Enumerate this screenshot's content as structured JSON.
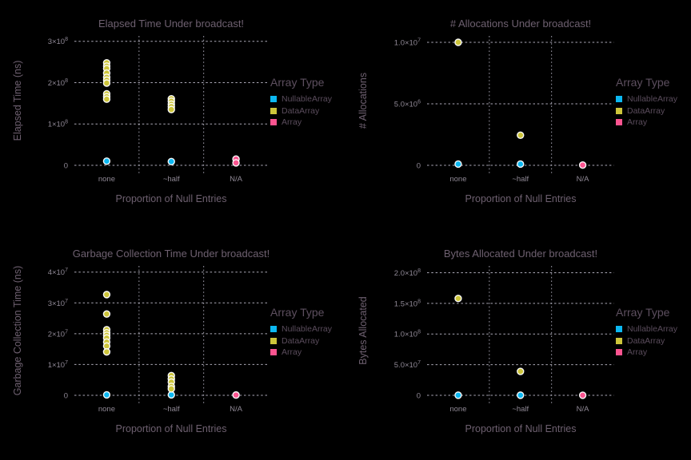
{
  "page": {
    "background": "#000000"
  },
  "legend": {
    "title": "Array Type",
    "items": [
      {
        "label": "NullableArray",
        "color": "#0cb8f2"
      },
      {
        "label": "DataArray",
        "color": "#cdc53a"
      },
      {
        "label": "Array",
        "color": "#fc5490"
      }
    ]
  },
  "chart_data": [
    {
      "type": "scatter",
      "title": "Elapsed Time Under broadcast!",
      "ylabel": "Elapsed Time (ns)",
      "xlabel": "Proportion of Null Entries",
      "categories": [
        "none",
        "~half",
        "N/A"
      ],
      "ylim": [
        0,
        313000000
      ],
      "grid": true,
      "legend_position": "right",
      "yticks": [
        {
          "label": "0",
          "value": 0
        },
        {
          "label": "1×10^8",
          "value": 100000000
        },
        {
          "label": "2×10^8",
          "value": 200000000
        },
        {
          "label": "3×10^8",
          "value": 300000000
        }
      ],
      "series": [
        {
          "name": "NullableArray",
          "color": "#0cb8f2",
          "points": [
            [
              10000000
            ],
            [
              9000000
            ],
            []
          ]
        },
        {
          "name": "DataArray",
          "color": "#cdc53a",
          "points": [
            [
              248000000,
              240000000,
              234000000,
              223000000,
              213000000,
              206000000,
              199000000,
              173000000,
              166000000,
              160000000
            ],
            [
              161000000,
              155000000,
              148000000,
              142000000,
              135000000
            ],
            []
          ]
        },
        {
          "name": "Array",
          "color": "#fc5490",
          "points": [
            [],
            [],
            [
              15000000,
              6000000
            ]
          ]
        }
      ]
    },
    {
      "type": "scatter",
      "title": "# Allocations Under broadcast!",
      "ylabel": "# Allocations",
      "xlabel": "Proportion of Null Entries",
      "categories": [
        "none",
        "~half",
        "N/A"
      ],
      "ylim": [
        0,
        10520000
      ],
      "grid": true,
      "legend_position": "right",
      "yticks": [
        {
          "label": "0",
          "value": 0
        },
        {
          "label": "5.0×10^6",
          "value": 5000000
        },
        {
          "label": "1.0×10^7",
          "value": 10000000
        }
      ],
      "series": [
        {
          "name": "NullableArray",
          "color": "#0cb8f2",
          "points": [
            [
              100000
            ],
            [
              100000
            ],
            []
          ]
        },
        {
          "name": "DataArray",
          "color": "#cdc53a",
          "points": [
            [
              10000000
            ],
            [
              2450000
            ],
            []
          ]
        },
        {
          "name": "Array",
          "color": "#fc5490",
          "points": [
            [],
            [],
            [
              20000
            ]
          ]
        }
      ]
    },
    {
      "type": "scatter",
      "title": "Garbage Collection Time Under broadcast!",
      "ylabel": "Garbage Collection Time (ns)",
      "xlabel": "Proportion of Null Entries",
      "categories": [
        "none",
        "~half",
        "N/A"
      ],
      "ylim": [
        0,
        42000000
      ],
      "grid": true,
      "legend_position": "right",
      "yticks": [
        {
          "label": "0",
          "value": 0
        },
        {
          "label": "1×10^7",
          "value": 10000000
        },
        {
          "label": "2×10^7",
          "value": 20000000
        },
        {
          "label": "3×10^7",
          "value": 30000000
        },
        {
          "label": "4×10^7",
          "value": 40000000
        }
      ],
      "series": [
        {
          "name": "NullableArray",
          "color": "#0cb8f2",
          "points": [
            [
              150000
            ],
            [
              150000
            ],
            []
          ]
        },
        {
          "name": "DataArray",
          "color": "#cdc53a",
          "points": [
            [
              32700000,
              26400000,
              21300000,
              20300000,
              19500000,
              18600000,
              17300000,
              16000000,
              14100000
            ],
            [
              6400000,
              5300000,
              4300000,
              2900000,
              2100000
            ],
            []
          ]
        },
        {
          "name": "Array",
          "color": "#fc5490",
          "points": [
            [],
            [],
            [
              100000
            ]
          ]
        }
      ]
    },
    {
      "type": "scatter",
      "title": "Bytes Allocated Under broadcast!",
      "ylabel": "Bytes Allocated",
      "xlabel": "Proportion of Null Entries",
      "categories": [
        "none",
        "~half",
        "N/A"
      ],
      "ylim": [
        0,
        211000000
      ],
      "grid": true,
      "legend_position": "right",
      "yticks": [
        {
          "label": "0",
          "value": 0
        },
        {
          "label": "5.0×10^7",
          "value": 50000000
        },
        {
          "label": "1.0×10^8",
          "value": 100000000
        },
        {
          "label": "1.5×10^8",
          "value": 150000000
        },
        {
          "label": "2.0×10^8",
          "value": 200000000
        }
      ],
      "series": [
        {
          "name": "NullableArray",
          "color": "#0cb8f2",
          "points": [
            [
              150000
            ],
            [
              150000
            ],
            []
          ]
        },
        {
          "name": "DataArray",
          "color": "#cdc53a",
          "points": [
            [
              158000000
            ],
            [
              39000000
            ],
            []
          ]
        },
        {
          "name": "Array",
          "color": "#fc5490",
          "points": [
            [],
            [],
            [
              100000
            ]
          ]
        }
      ]
    }
  ]
}
